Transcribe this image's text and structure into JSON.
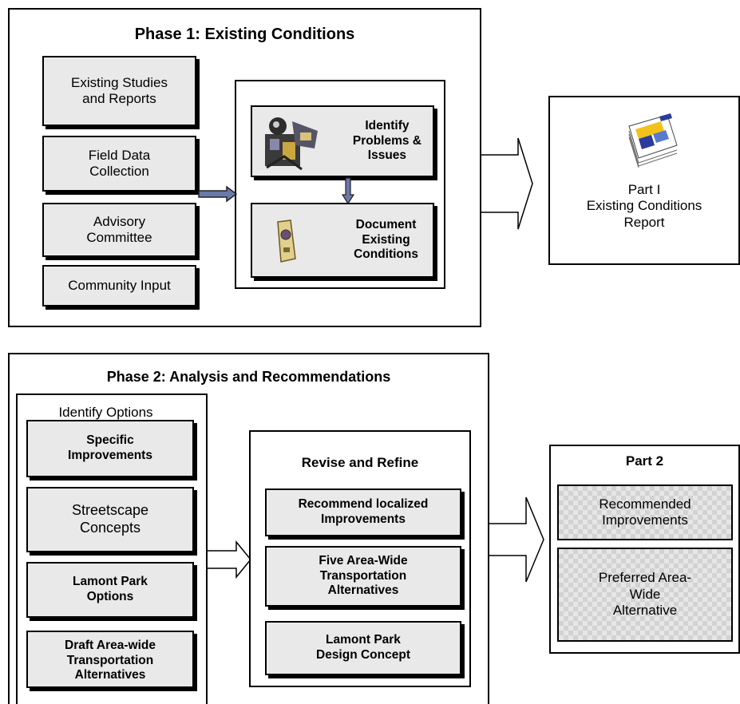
{
  "phase1": {
    "title": "Phase 1: Existing Conditions",
    "inputs": [
      "Existing Studies\nand Reports",
      "Field Data\nCollection",
      "Advisory\nCommittee",
      "Community Input"
    ],
    "identify": "Identify\nProblems &\nIssues",
    "document": "Document\nExisting\nConditions",
    "report": "Part I\nExisting Conditions\nReport"
  },
  "phase2": {
    "title": "Phase 2: Analysis and Recommendations",
    "options_title": "Identify Options",
    "options": [
      "Specific\nImprovements",
      "Streetscape\nConcepts",
      "Lamont Park\nOptions",
      "Draft Area-wide\nTransportation\nAlternatives"
    ],
    "revise_title": "Revise and Refine",
    "revise_items": [
      "Recommend  localized\nImprovements",
      "Five Area-Wide\nTransportation\nAlternatives",
      "Lamont Park\nDesign Concept"
    ],
    "part2_title": "Part 2",
    "part2_items": [
      "Recommended\nImprovements",
      "Preferred Area-\nWide\nAlternative"
    ]
  }
}
